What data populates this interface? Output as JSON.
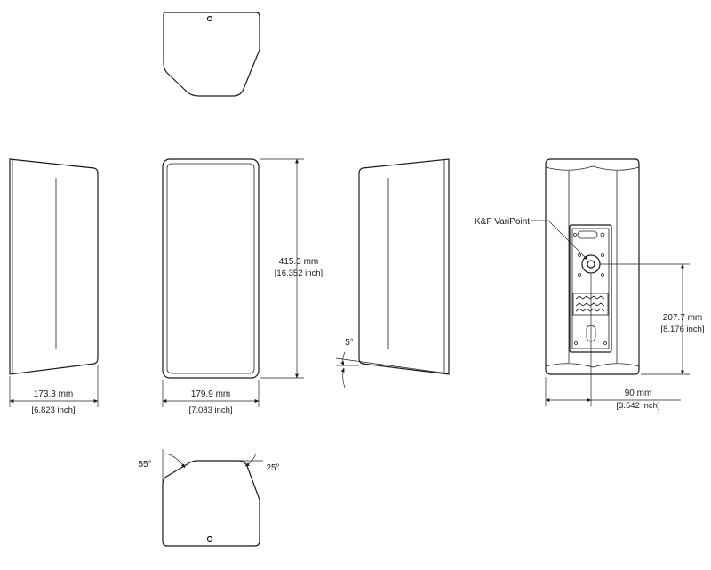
{
  "dimensions": {
    "width_side": {
      "mm": "173.3 mm",
      "inch": "[6.823 inch]"
    },
    "width_front": {
      "mm": "179.9 mm",
      "inch": "[7.083 inch]"
    },
    "height_front": {
      "mm": "415.3 mm",
      "inch": "[16.352 inch]"
    },
    "varipoint_height": {
      "mm": "207.7 mm",
      "inch": "[8.176 inch]"
    },
    "varipoint_depth": {
      "mm": "90 mm",
      "inch": "[3.542 inch]"
    }
  },
  "angles": {
    "tilt": "5°",
    "left_bevel": "55°",
    "right_bevel": "25°"
  },
  "callouts": {
    "varipoint": "K&F VariPoint"
  }
}
